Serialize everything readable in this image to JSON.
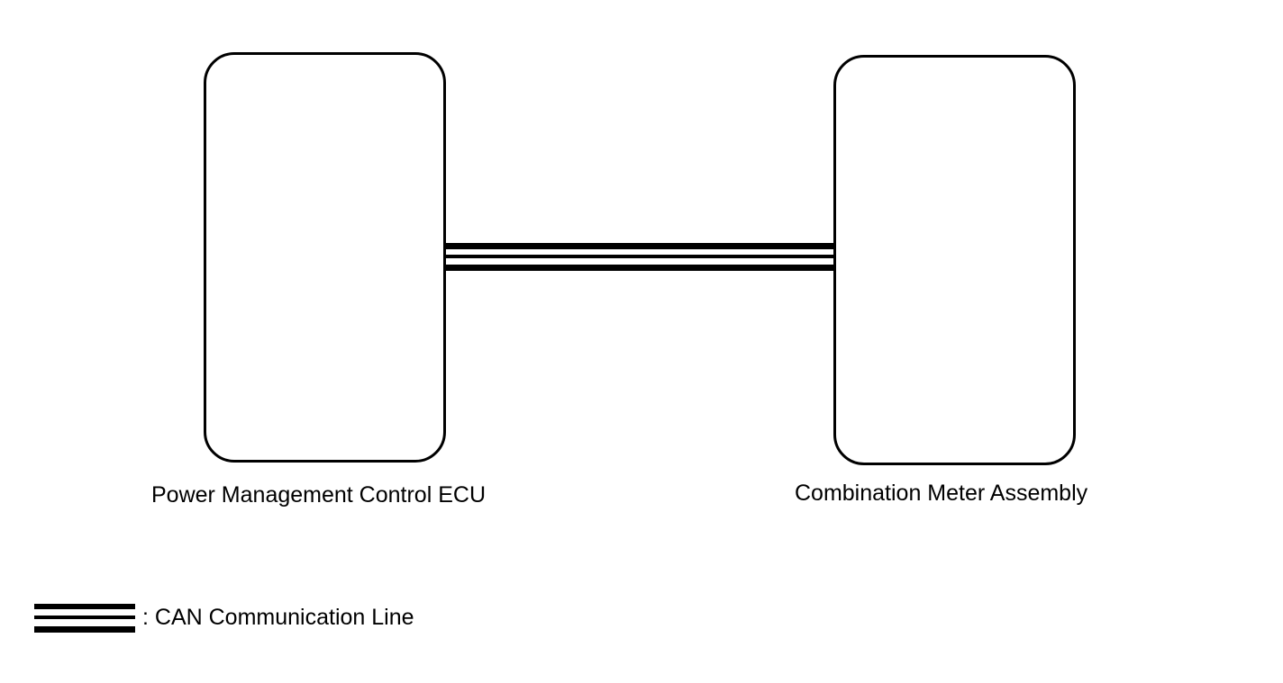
{
  "diagram": {
    "components": [
      {
        "id": "ecu",
        "label": "Power Management Control ECU"
      },
      {
        "id": "meter",
        "label": "Combination Meter Assembly"
      }
    ],
    "connections": [
      {
        "from": "ecu",
        "to": "meter",
        "type": "CAN Communication Line"
      }
    ],
    "legend": {
      "text": ": CAN Communication Line"
    }
  },
  "colors": {
    "line": "#000000",
    "background": "#ffffff"
  }
}
